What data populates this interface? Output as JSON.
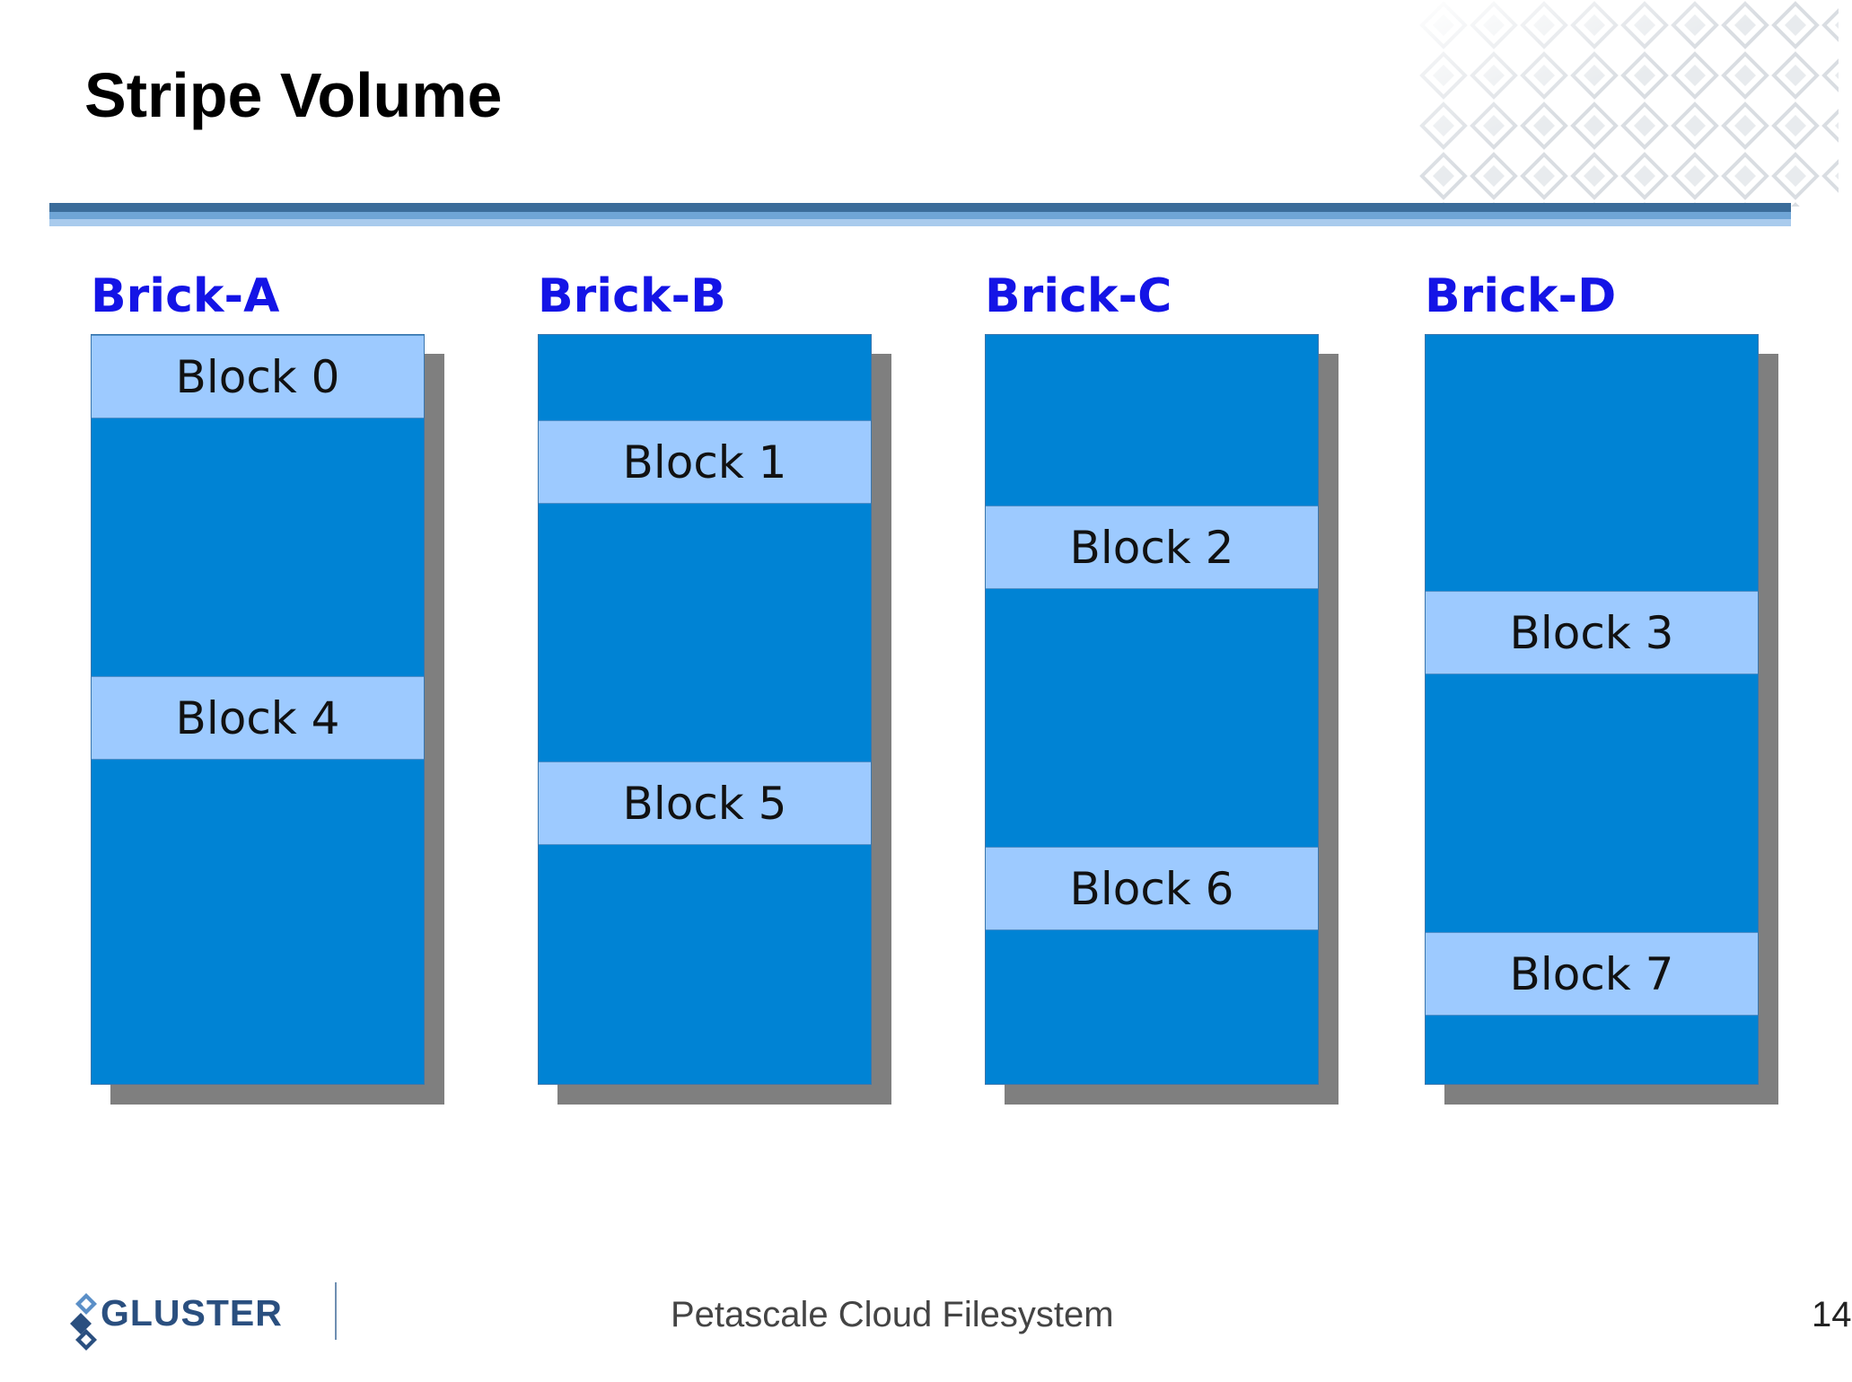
{
  "slide": {
    "title": "Stripe Volume",
    "footer_text": "Petascale Cloud Filesystem",
    "page_number": "14",
    "logo_text": "GLUSTER"
  },
  "colors": {
    "title": "#000000",
    "brick_label": "#1414e6",
    "brick_fill": "#0083d4",
    "block_fill": "#9dcaff",
    "shadow": "#7f7f7f",
    "rule": "#3b6c9a"
  },
  "bricks": [
    {
      "label": "Brick-A",
      "blocks": [
        {
          "label": "Block 0",
          "slot": 0
        },
        {
          "label": "Block 4",
          "slot": 4
        }
      ]
    },
    {
      "label": "Brick-B",
      "blocks": [
        {
          "label": "Block 1",
          "slot": 1
        },
        {
          "label": "Block 5",
          "slot": 5
        }
      ]
    },
    {
      "label": "Brick-C",
      "blocks": [
        {
          "label": "Block 2",
          "slot": 2
        },
        {
          "label": "Block 6",
          "slot": 6
        }
      ]
    },
    {
      "label": "Brick-D",
      "blocks": [
        {
          "label": "Block 3",
          "slot": 3
        },
        {
          "label": "Block 7",
          "slot": 7
        }
      ]
    }
  ]
}
